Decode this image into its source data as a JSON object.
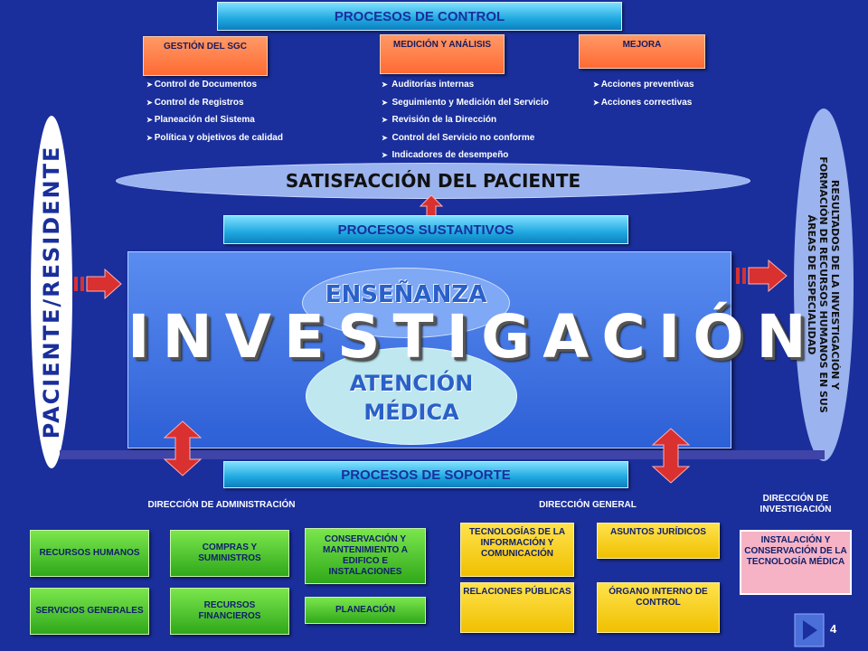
{
  "header": {
    "title": "PROCESOS DE CONTROL"
  },
  "control": {
    "columns": [
      {
        "title": "GESTIÓN DEL SGC",
        "items": [
          "Control de Documentos",
          "Control de Registros",
          "Planeación del Sistema",
          "Política y objetivos de calidad"
        ]
      },
      {
        "title": "MEDICIÓN Y ANÁLISIS",
        "items": [
          " Auditorías internas",
          " Seguimiento y Medición del Servicio",
          " Revisión de la Dirección",
          " Control del Servicio no conforme",
          " Indicadores de desempeño"
        ]
      },
      {
        "title": "MEJORA",
        "items": [
          "Acciones preventivas",
          "Acciones correctivas"
        ]
      }
    ]
  },
  "satisfaction": "SATISFACCIÓN DEL PACIENTE",
  "sustantivos": "PROCESOS  SUSTANTIVOS",
  "left_label": "PACIENTE/RESIDENTE",
  "right_label": "RESULTADOS DE LA INVESTIGACIÓN Y FORMACIÓN DE RECURSOS HUMANOS EN SUS ÁREAS DE ESPECIALIDAD",
  "core": {
    "main": "INVESTIGACIÓN",
    "top_ellipse": "ENSEÑANZA",
    "bottom_ellipse_line1": "ATENCIÓN",
    "bottom_ellipse_line2": "MÉDICA"
  },
  "soporte": "PROCESOS  DE SOPORTE",
  "departments": {
    "admin_label": "DIRECCIÓN DE ADMINISTRACIÓN",
    "general_label": "DIRECCIÓN GENERAL",
    "research_label": "DIRECCIÓN DE INVESTIGACIÓN",
    "admin": [
      "RECURSOS HUMANOS",
      "COMPRAS Y SUMINISTROS",
      "CONSERVACIÓN Y MANTENIMIENTO A EDIFICO E INSTALACIONES",
      "SERVICIOS GENERALES",
      "RECURSOS FINANCIEROS",
      "PLANEACIÓN"
    ],
    "general": [
      "TECNOLOGÍAS DE LA INFORMACIÓN Y COMUNICACIÓN",
      "ASUNTOS JURÍDICOS",
      "RELACIONES PÚBLICAS",
      "ÓRGANO INTERNO DE CONTROL"
    ],
    "research": [
      "INSTALACIÓN Y CONSERVACIÓN DE LA TECNOLOGÍA MÉDICA"
    ]
  },
  "page_number": "4"
}
